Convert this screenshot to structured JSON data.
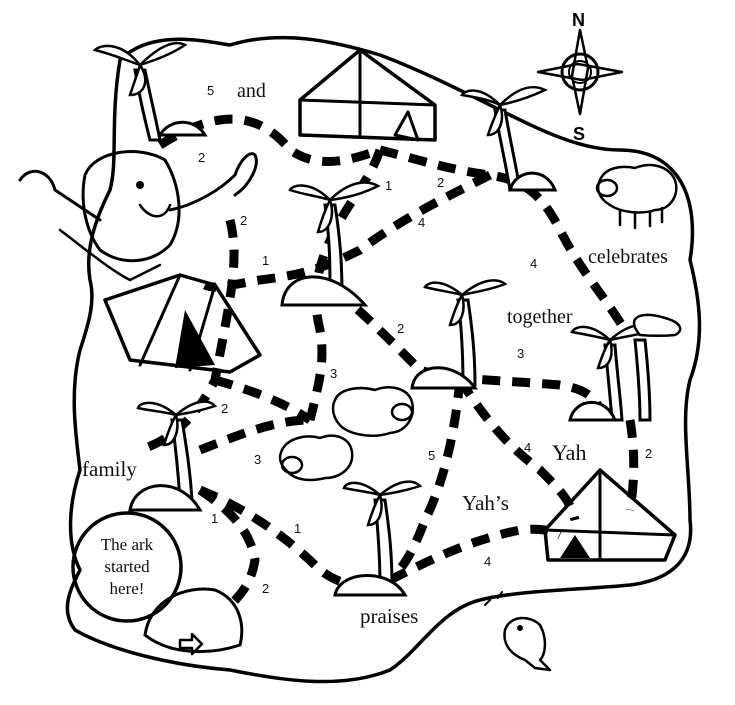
{
  "map": {
    "words": {
      "and": "and",
      "celebrates": "celebrates",
      "together": "together",
      "yah": "Yah",
      "yahs": "Yah’s",
      "family": "family",
      "praises": "praises"
    },
    "start_label": {
      "line1": "The ark",
      "line2": "started",
      "line3": "here!"
    },
    "compass": {
      "north": "N",
      "south": "S"
    },
    "step_numbers": {
      "s1": "5",
      "s2": "2",
      "s3": "1",
      "s4": "2",
      "s5": "2",
      "s6": "4",
      "s7": "1",
      "s8": "4",
      "s9": "2",
      "s10": "3",
      "s11": "3",
      "s12": "2",
      "s13": "3",
      "s14": "4",
      "s15": "5",
      "s16": "2",
      "s17": "1",
      "s18": "1",
      "s19": "4",
      "s20": "2"
    }
  }
}
